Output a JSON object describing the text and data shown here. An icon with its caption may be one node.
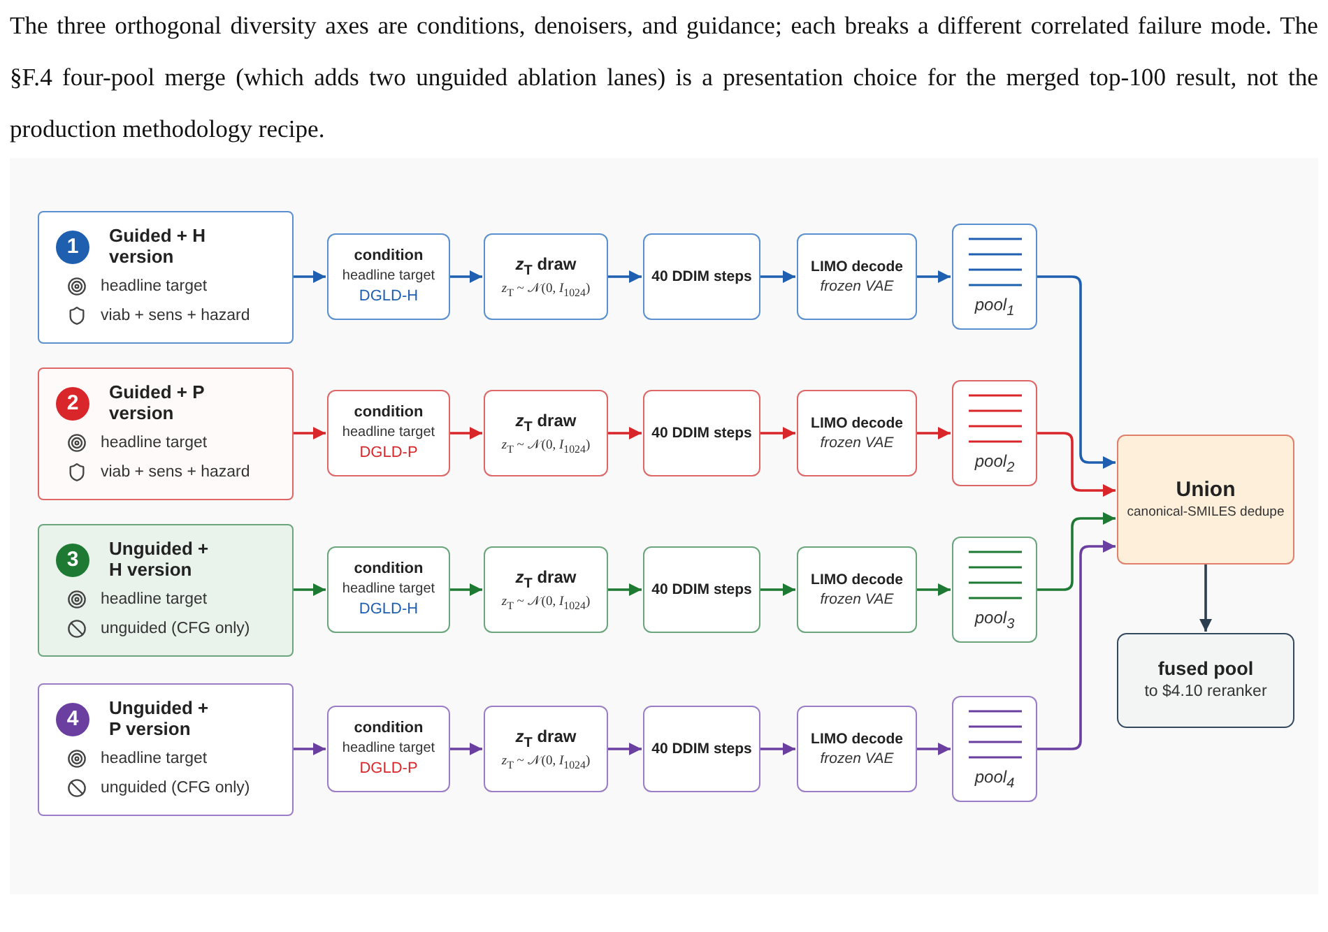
{
  "diagram": {
    "caption": "The three orthogonal diversity axes are conditions, denoisers, and guidance; each breaks a different correlated failure mode. The §F.4 four-pool merge (which adds two unguided ablation lanes) is a presentation choice for the merged top-100 result, not the production methodology recipe.",
    "nodes": [
      {
        "text": [
          "1",
          "Guided + H version",
          "headline target",
          "viab + sens + hazard"
        ]
      },
      {
        "text": [
          "condition",
          "headline target",
          "DGLD-H"
        ]
      },
      {
        "text": [
          "*z*$_{T}$ draw",
          "*z*$_{T}$ ~ 𝒩(0, *I*$_{1024}$)"
        ]
      },
      {
        "text": [
          "40 DDIM steps"
        ]
      },
      {
        "text": [
          "LIMO decode",
          "frozen VAE"
        ]
      },
      {
        "text": [
          "pool$_{1}$"
        ]
      },
      {
        "text": [
          "2",
          "Guided + P version",
          "headline target",
          "viab + sens + hazard"
        ]
      },
      {
        "text": [
          "condition",
          "headline target",
          "DGLD-P"
        ]
      },
      {
        "text": [
          "*z*$_{T}$ draw",
          "*z*$_{T}$ ~ 𝒩(0, *I*$_{1024}$)"
        ]
      },
      {
        "text": [
          "40 DDIM steps"
        ]
      },
      {
        "text": [
          "LIMO decode",
          "frozen VAE"
        ]
      },
      {
        "text": [
          "pool$_{2}$"
        ]
      },
      {
        "text": [
          "3",
          "Unguided + H version",
          "headline target",
          "unguided (CFG only)"
        ]
      },
      {
        "text": [
          "condition",
          "headline target",
          "DGLD-H"
        ]
      },
      {
        "text": [
          "*z*$_{T}$ draw",
          "*z*$_{T}$ ~ 𝒩(0, *I*$_{1024}$)"
        ]
      },
      {
        "text": [
          "40 DDIM steps"
        ]
      },
      {
        "text": [
          "LIMO decode",
          "frozen VAE"
        ]
      },
      {
        "text": [
          "pool$_{3}$"
        ]
      },
      {
        "text": [
          "4",
          "Unguided + P version",
          "headline target",
          "unguided (CFG only)"
        ]
      },
      {
        "text": [
          "condition",
          "headline target",
          "DGLD-P"
        ]
      },
      {
        "text": [
          "*z*$_{T}$ draw",
          "*z*$_{T}$ ~ 𝒩(0, *I*$_{1024}$)"
        ]
      },
      {
        "text": [
          "40 DDIM steps"
        ]
      },
      {
        "text": [
          "LIMO decode",
          "frozen VAE"
        ]
      },
      {
        "text": [
          "pool$_{4}$"
        ]
      },
      {
        "text": [
          "Union",
          "canonical-SMILES dedupe"
        ]
      },
      {
        "text": [
          "fused pool",
          "to $4.10 reranker"
        ]
      }
    ],
    "edges": [
      {
        "from": 0,
        "to": 1,
        "arrow": "to",
        "color": "#1f5fb0"
      },
      {
        "from": 1,
        "to": 2,
        "arrow": "to",
        "color": "#1f5fb0"
      },
      {
        "from": 2,
        "to": 3,
        "arrow": "to",
        "color": "#1f5fb0"
      },
      {
        "from": 3,
        "to": 4,
        "arrow": "to",
        "color": "#1f5fb0"
      },
      {
        "from": 4,
        "to": 5,
        "arrow": "to",
        "color": "#1f5fb0"
      },
      {
        "from": 5,
        "to": 24,
        "arrow": "to",
        "color": "#1f5fb0"
      },
      {
        "from": 6,
        "to": 7,
        "arrow": "to",
        "color": "#d9262a"
      },
      {
        "from": 7,
        "to": 8,
        "arrow": "to",
        "color": "#d9262a"
      },
      {
        "from": 8,
        "to": 9,
        "arrow": "to",
        "color": "#d9262a"
      },
      {
        "from": 9,
        "to": 10,
        "arrow": "to",
        "color": "#d9262a"
      },
      {
        "from": 10,
        "to": 11,
        "arrow": "to",
        "color": "#d9262a"
      },
      {
        "from": 11,
        "to": 24,
        "arrow": "to",
        "color": "#d9262a"
      },
      {
        "from": 12,
        "to": 13,
        "arrow": "to",
        "color": "#1e7a32"
      },
      {
        "from": 13,
        "to": 14,
        "arrow": "to",
        "color": "#1e7a32"
      },
      {
        "from": 14,
        "to": 15,
        "arrow": "to",
        "color": "#1e7a32"
      },
      {
        "from": 15,
        "to": 16,
        "arrow": "to",
        "color": "#1e7a32"
      },
      {
        "from": 16,
        "to": 17,
        "arrow": "to",
        "color": "#1e7a32"
      },
      {
        "from": 17,
        "to": 24,
        "arrow": "to",
        "color": "#1e7a32"
      },
      {
        "from": 18,
        "to": 19,
        "arrow": "to",
        "color": "#6a3fa0"
      },
      {
        "from": 19,
        "to": 20,
        "arrow": "to",
        "color": "#6a3fa0"
      },
      {
        "from": 20,
        "to": 21,
        "arrow": "to",
        "color": "#6a3fa0"
      },
      {
        "from": 21,
        "to": 22,
        "arrow": "to",
        "color": "#6a3fa0"
      },
      {
        "from": 22,
        "to": 23,
        "arrow": "to",
        "color": "#6a3fa0"
      },
      {
        "from": 23,
        "to": 24,
        "arrow": "to",
        "color": "#6a3fa0"
      },
      {
        "from": 24,
        "to": 25,
        "arrow": "to",
        "color": "#2c3e50"
      }
    ]
  }
}
